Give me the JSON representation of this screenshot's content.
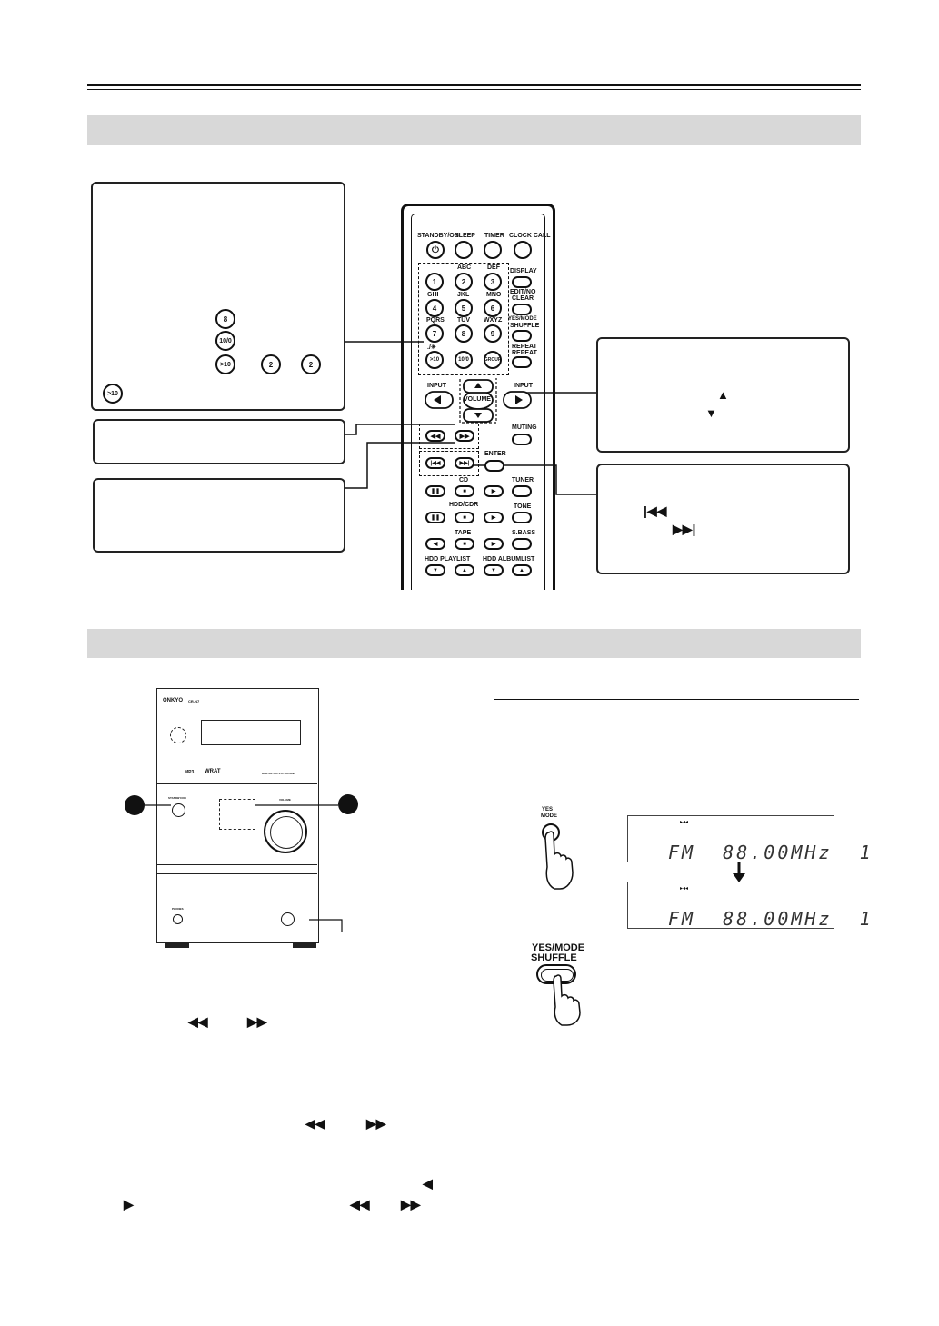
{
  "remote": {
    "row1": [
      "STANDBY/ON",
      "SLEEP",
      "TIMER",
      "CLOCK CALL"
    ],
    "letters_row1": [
      "ABC",
      "DEF"
    ],
    "letters_row2": [
      "GHI",
      "JKL",
      "MNO"
    ],
    "letters_row3": [
      "PQRS",
      "TUV",
      "WXYZ"
    ],
    "digits": [
      "1",
      "2",
      "3",
      "4",
      "5",
      "6",
      "7",
      "8",
      "9"
    ],
    "sym_label": "./✳",
    "gt10": ">10",
    "ten0": "10/0",
    "group": "GROUP",
    "display": "DISPLAY",
    "edit_no": "EDIT/NO",
    "clear": "CLEAR",
    "yes_mode": "YES/MODE",
    "shuffle": "SHUFFLE",
    "repeat": "REPEAT",
    "repeat2": "REPEAT",
    "input_left": "INPUT",
    "input_right": "INPUT",
    "volume": "VOLUME",
    "muting": "MUTING",
    "enter": "ENTER",
    "cd": "CD",
    "tuner": "TUNER",
    "hdd_cdr": "HDD/CDR",
    "tone": "TONE",
    "tape": "TAPE",
    "sbass": "S.BASS",
    "hdd_playlist": "HDD PLAYLIST",
    "hdd_albumlist": "HDD ALBUMLIST"
  },
  "callout_keys": {
    "k8": "8",
    "k10": "10/0",
    "kgt10a": ">10",
    "k2a": "2",
    "k2b": "2",
    "kgt10b": ">10"
  },
  "unit": {
    "brand": "ONKYO",
    "model": "CR-N7",
    "mp3": "MP3",
    "wrat": "WRAT",
    "output_stage": "DIGITAL OUTPUT STAGE",
    "standby_on": "STANDBY/ON",
    "volume": "VOLUME",
    "phones": "PHONES"
  },
  "lcd": {
    "line1": "FM  88.00MHz  1",
    "line2": "FM  88.00MHz  1"
  },
  "buttons": {
    "yes": "YES",
    "mode": "MODE",
    "yes_mode": "YES/MODE",
    "shuffle": "SHUFFLE"
  }
}
